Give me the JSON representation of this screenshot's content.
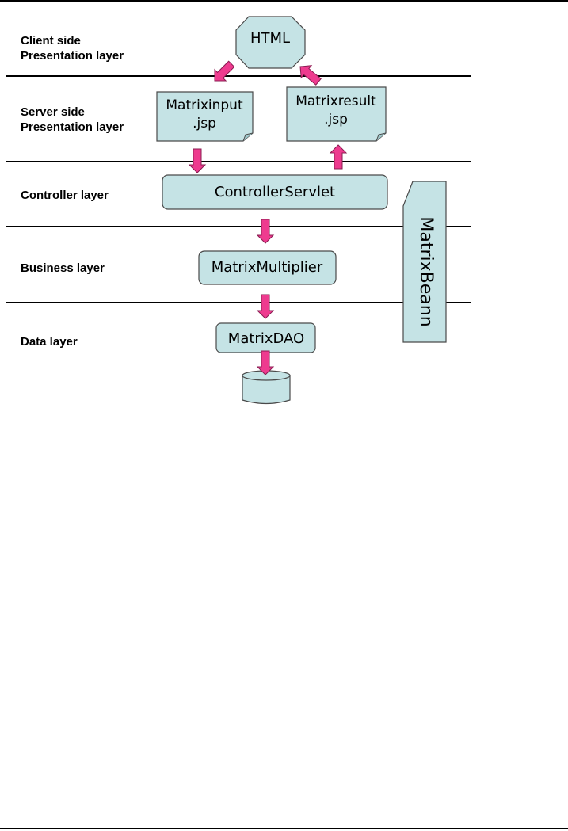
{
  "colors": {
    "box_fill": "#c5e3e5",
    "box_stroke": "#4a4a4a",
    "arrow_fill": "#ee3b8f",
    "arrow_stroke": "#8a1c52",
    "line": "#000000"
  },
  "layers": {
    "client": {
      "line1": "Client side",
      "line2": "Presentation layer"
    },
    "server": {
      "line1": "Server side",
      "line2": "Presentation layer"
    },
    "controller": "Controller layer",
    "business": "Business layer",
    "data": "Data layer"
  },
  "nodes": {
    "html": "HTML",
    "matrixinput": {
      "line1": "Matrixinput",
      "line2": ".jsp"
    },
    "matrixresult": {
      "line1": "Matrixresult",
      "line2": ".jsp"
    },
    "controller_servlet": "ControllerServlet",
    "matrix_multiplier": "MatrixMultiplier",
    "matrix_dao": "MatrixDAO",
    "matrix_bean": "MatrixBeann",
    "database_icon": "database-icon"
  }
}
